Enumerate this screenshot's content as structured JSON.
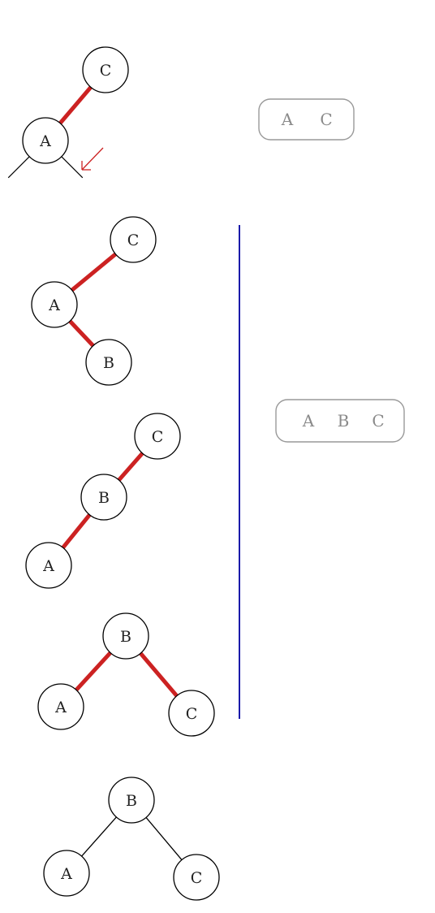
{
  "colors": {
    "link_red": "#cc2222",
    "link_black": "#000000",
    "node_stroke": "#000000",
    "divider_blue": "#1a1aaa",
    "box_stroke": "#999999",
    "box_text": "#8a8a8a"
  },
  "trees": [
    {
      "id": "tree-1",
      "nodes": [
        {
          "id": "c",
          "label": "C"
        },
        {
          "id": "a",
          "label": "A"
        }
      ],
      "edges": [
        {
          "from": "c",
          "to": "a",
          "style": "red"
        }
      ],
      "dangling": [
        {
          "from": "a",
          "side": "left",
          "style": "black"
        },
        {
          "from": "a",
          "side": "right",
          "style": "black"
        }
      ],
      "insert_arrow": {
        "at": "a",
        "side": "right"
      }
    },
    {
      "id": "tree-2",
      "nodes": [
        {
          "id": "c",
          "label": "C"
        },
        {
          "id": "a",
          "label": "A"
        },
        {
          "id": "b",
          "label": "B"
        }
      ],
      "edges": [
        {
          "from": "c",
          "to": "a",
          "style": "red"
        },
        {
          "from": "a",
          "to": "b",
          "style": "red"
        }
      ]
    },
    {
      "id": "tree-3",
      "nodes": [
        {
          "id": "c",
          "label": "C"
        },
        {
          "id": "b",
          "label": "B"
        },
        {
          "id": "a",
          "label": "A"
        }
      ],
      "edges": [
        {
          "from": "c",
          "to": "b",
          "style": "red"
        },
        {
          "from": "b",
          "to": "a",
          "style": "red"
        }
      ]
    },
    {
      "id": "tree-4",
      "nodes": [
        {
          "id": "b",
          "label": "B"
        },
        {
          "id": "a",
          "label": "A"
        },
        {
          "id": "c",
          "label": "C"
        }
      ],
      "edges": [
        {
          "from": "b",
          "to": "a",
          "style": "red"
        },
        {
          "from": "b",
          "to": "c",
          "style": "red"
        }
      ]
    },
    {
      "id": "tree-5",
      "nodes": [
        {
          "id": "b",
          "label": "B"
        },
        {
          "id": "a",
          "label": "A"
        },
        {
          "id": "c",
          "label": "C"
        }
      ],
      "edges": [
        {
          "from": "b",
          "to": "a",
          "style": "black"
        },
        {
          "from": "b",
          "to": "c",
          "style": "black"
        }
      ]
    }
  ],
  "boxes": [
    {
      "id": "box-1",
      "keys": [
        "A",
        "C"
      ]
    },
    {
      "id": "box-2",
      "keys": [
        "A",
        "B",
        "C"
      ]
    }
  ]
}
